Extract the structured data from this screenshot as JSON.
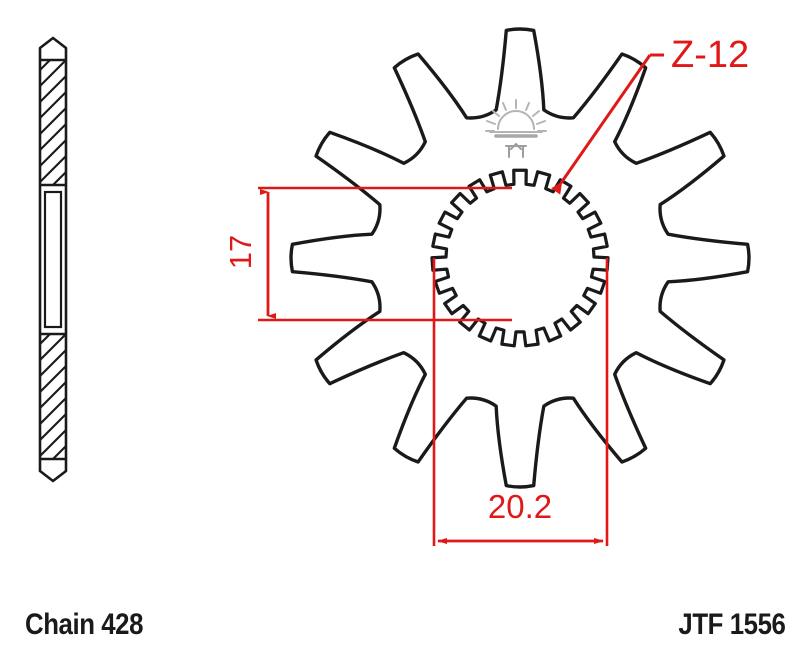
{
  "drawing": {
    "title_text": "",
    "background_color": "#ffffff",
    "line_color": "#1a1a1a",
    "dimension_color": "#e01818",
    "watermark_color": "#b0b0b0"
  },
  "footer": {
    "chain_label": "Chain 428",
    "part_label": "JTF 1556"
  },
  "annotations": {
    "teeth_callout": "Z-12",
    "bore_height_dim": "17",
    "bore_width_dim": "20.2"
  },
  "views": {
    "side_view": {
      "name": "side-section-view",
      "description": "hatched cross-section profile"
    },
    "front_view": {
      "name": "front-sprocket-view",
      "description": "12-tooth sprocket with splined bore"
    }
  },
  "chart_data": {
    "type": "diagram",
    "title": "JTF 1556 front sprocket technical drawing",
    "sprocket": {
      "teeth_count": 12,
      "chain_size": "428",
      "part_number": "JTF 1556",
      "spline_teeth": 23,
      "bore_height_mm": 17,
      "bore_width_mm": 20.2
    },
    "labels": [
      "Z-12",
      "17",
      "20.2",
      "Chain 428",
      "JTF 1556"
    ]
  }
}
